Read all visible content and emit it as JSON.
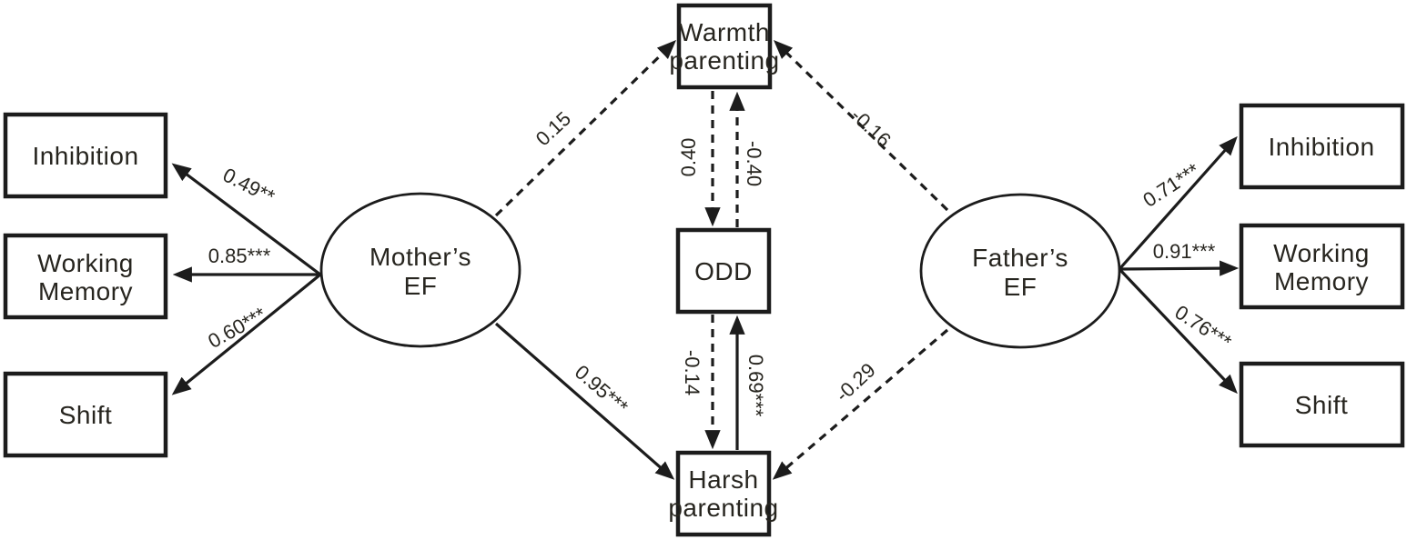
{
  "nodes": {
    "inhibition_left": {
      "lines": [
        "Inhibition"
      ]
    },
    "working_memory_left": {
      "lines": [
        "Working",
        "Memory"
      ]
    },
    "shift_left": {
      "lines": [
        "Shift"
      ]
    },
    "mothers_ef": {
      "lines": [
        "Mother’s",
        "EF"
      ]
    },
    "warmth_parenting": {
      "lines": [
        "Warmth",
        "parenting"
      ]
    },
    "odd": {
      "lines": [
        "ODD"
      ]
    },
    "harsh_parenting": {
      "lines": [
        "Harsh",
        "parenting"
      ]
    },
    "fathers_ef": {
      "lines": [
        "Father’s",
        "EF"
      ]
    },
    "inhibition_right": {
      "lines": [
        "Inhibition"
      ]
    },
    "working_memory_right": {
      "lines": [
        "Working",
        "Memory"
      ]
    },
    "shift_right": {
      "lines": [
        "Shift"
      ]
    }
  },
  "coefficients": {
    "mother_to_inhibition": "0.49**",
    "mother_to_working_memory": "0.85***",
    "mother_to_shift": "0.60***",
    "mother_to_warmth": "0.15",
    "mother_to_harsh": "0.95***",
    "warmth_to_odd": "0.40",
    "odd_to_warmth": "-0.40",
    "odd_to_harsh": "-0.14",
    "harsh_to_odd": "0.69***",
    "father_to_warmth": "-0.16",
    "father_to_harsh": "-0.29",
    "father_to_inhibition": "0.71***",
    "father_to_working_memory": "0.91***",
    "father_to_shift": "0.76***"
  },
  "colors": {
    "line": "#1c1c1c",
    "text": "#27251f",
    "background": "#ffffff"
  }
}
